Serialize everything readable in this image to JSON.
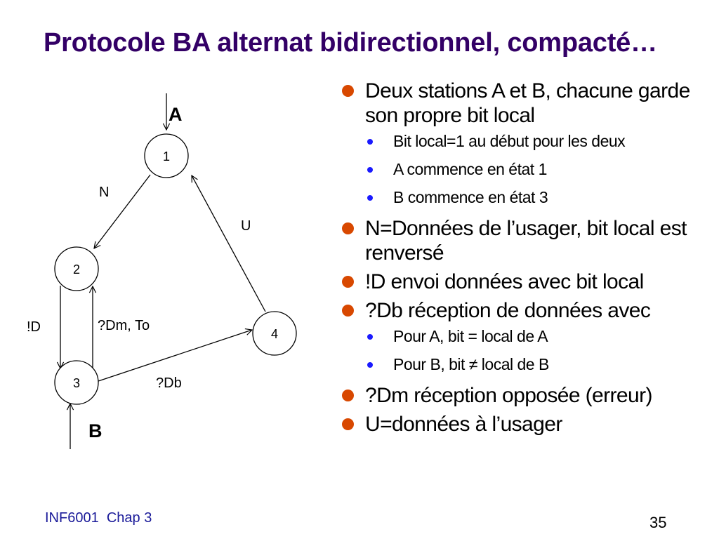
{
  "title": "Protocole BA alternat bidirectionnel, compacté…",
  "diagram": {
    "states": [
      "1",
      "2",
      "3",
      "4"
    ],
    "station_a": "A",
    "station_b": "B",
    "transitions": {
      "n": "N",
      "u": "U",
      "d_send": "!D",
      "dm_to": "?Dm, To",
      "db": "?Db"
    }
  },
  "bullets": [
    {
      "text": "Deux stations A et B, chacune garde son propre bit local",
      "sub": [
        "Bit local=1 au début pour les deux",
        "A commence en état 1",
        "B commence en état 3"
      ]
    },
    {
      "text": "N=Données de l’usager, bit local est renversé",
      "sub": []
    },
    {
      "text": "!D envoi données avec bit local",
      "sub": []
    },
    {
      "text": "?Db réception de données avec",
      "sub": [
        "Pour A, bit = local de A",
        "Pour B, bit ≠ local de B"
      ]
    },
    {
      "text": "?Dm réception opposée (erreur)",
      "sub": []
    },
    {
      "text": "U=données à l’usager",
      "sub": []
    }
  ],
  "colors": {
    "title": "#330066",
    "bullet_primary": "#d84800",
    "bullet_secondary": "#1a1aff",
    "footer": "#1a1a99"
  },
  "footer": {
    "course": "INF6001",
    "chapter": "Chap 3",
    "page": "35"
  }
}
